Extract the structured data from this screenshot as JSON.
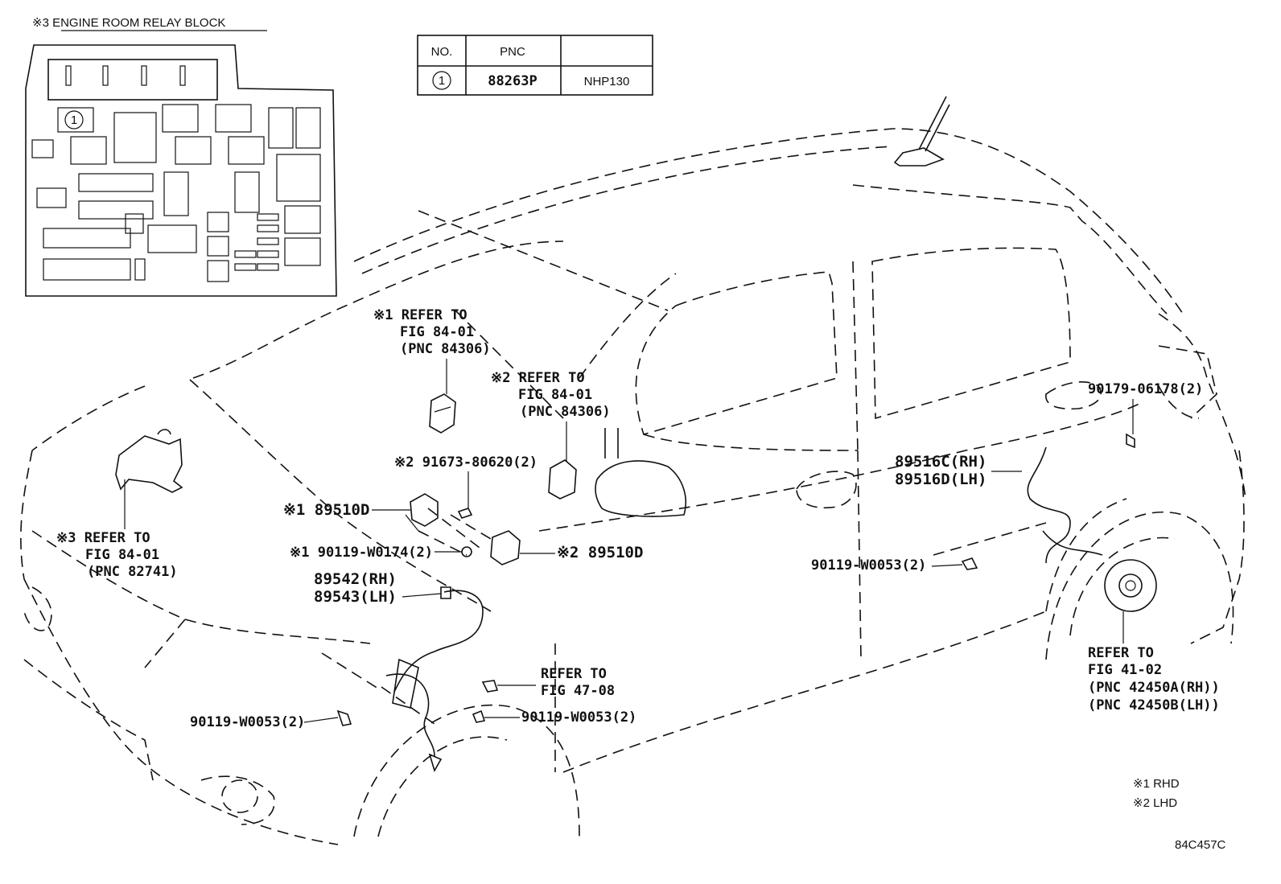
{
  "relay_block": {
    "title": "※3 ENGINE ROOM RELAY BLOCK",
    "marker": "1"
  },
  "pnc_table": {
    "headers": [
      "NO.",
      "PNC",
      ""
    ],
    "row": {
      "no": "1",
      "pnc": "88263P",
      "model": "NHP130"
    }
  },
  "callouts": {
    "refer1": [
      "※1 REFER TO",
      "FIG 84-01",
      "(PNC 84306)"
    ],
    "refer2": [
      "※2 REFER TO",
      "FIG 84-01",
      "(PNC 84306)"
    ],
    "refer3": [
      "※3 REFER TO",
      "FIG 84-01",
      "(PNC 82741)"
    ],
    "p91673": "※2 91673-80620(2)",
    "p89510d_1": "※1 89510D",
    "p89510d_2": "※2 89510D",
    "p90119_w0174": "※1 90119-W0174(2)",
    "p89542": "89542(RH)",
    "p89543": "89543(LH)",
    "p89516c": "89516C(RH)",
    "p89516d": "89516D(LH)",
    "p90179": "90179-06178(2)",
    "p90119_rear": "90119-W0053(2)",
    "p90119_left": "90119-W0053(2)",
    "p90119_mid": "90119-W0053(2)",
    "refer47": [
      "REFER TO",
      "FIG 47-08"
    ],
    "refer41": [
      "REFER TO",
      "FIG 41-02",
      "(PNC 42450A(RH))",
      "(PNC 42450B(LH))"
    ]
  },
  "legend": {
    "rhd": "※1 RHD",
    "lhd": "※2 LHD"
  },
  "figure_code": "84C457C"
}
